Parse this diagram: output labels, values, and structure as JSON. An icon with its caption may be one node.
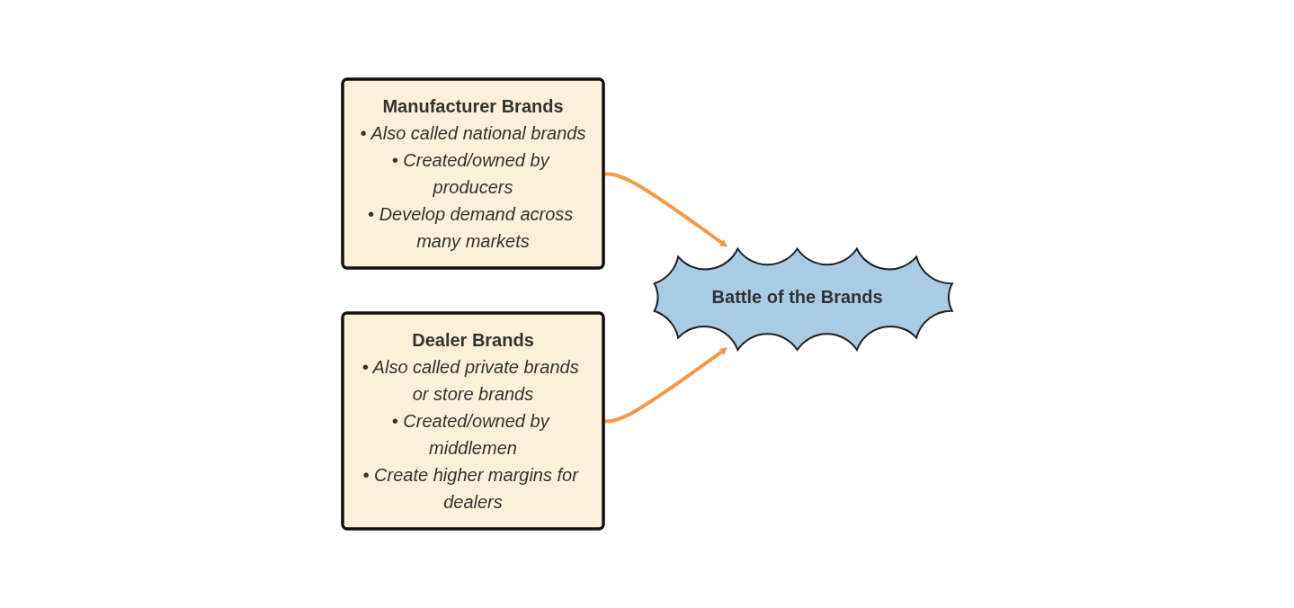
{
  "diagram": {
    "nodes": [
      {
        "text": [
          "Manufacturer Brands",
          "• Also called national brands",
          "• Created/owned by producers",
          "• Develop demand across many markets"
        ]
      },
      {
        "text": [
          "Battle of the Brands"
        ]
      },
      {
        "text": [
          "Dealer Brands",
          "• Also called private brands or store brands",
          "• Created/owned by middlemen",
          "• Create higher margins for dealers"
        ]
      }
    ],
    "edges": [
      {
        "from": 0,
        "to": 1,
        "arrow": "to",
        "color": "#f39a4a"
      },
      {
        "from": 2,
        "to": 1,
        "arrow": "to",
        "color": "#f39a4a"
      }
    ]
  }
}
